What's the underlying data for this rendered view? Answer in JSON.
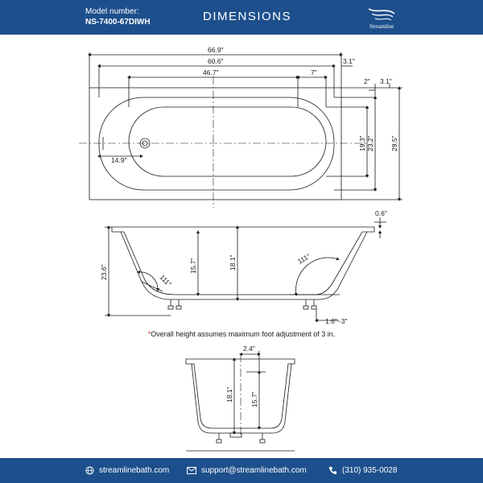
{
  "header": {
    "model_label": "Model number:",
    "model_value": "NS-7400-67DIWH",
    "title": "DIMENSIONS",
    "brand": "Streamline"
  },
  "top_view": {
    "overall_length": "66.9\"",
    "inner_length": "60.6\"",
    "flat_bottom_length": "46.7\"",
    "end_slope": "7\"",
    "flange_right": "3.1\"",
    "flange_side": "2\"",
    "flange_top": "3.1\"",
    "drain_offset": "14.9\"",
    "inner_width_bottom": "19.3\"",
    "inner_width": "23.2\"",
    "overall_width": "29.5\""
  },
  "side_view": {
    "rim_thickness": "0.6\"",
    "overall_height": "23.6\"",
    "inner_depth": "15.7\"",
    "total_depth": "18.1\"",
    "angle_left": "111°",
    "angle_right": "111°",
    "foot_adjustment": "1.6\"~3\""
  },
  "note": {
    "star": "*",
    "text": "Overall height assumes maximum foot adjustment of 3 in."
  },
  "end_view": {
    "offset": "2.4\"",
    "total_depth": "18.1\"",
    "inner_depth": "15.7\""
  },
  "footer": {
    "website": "streamlinebath.com",
    "email": "support@streamlinebath.com",
    "phone": "(310) 935-0028"
  },
  "colors": {
    "brand": "#1d4f8c",
    "accent": "#d62828"
  }
}
